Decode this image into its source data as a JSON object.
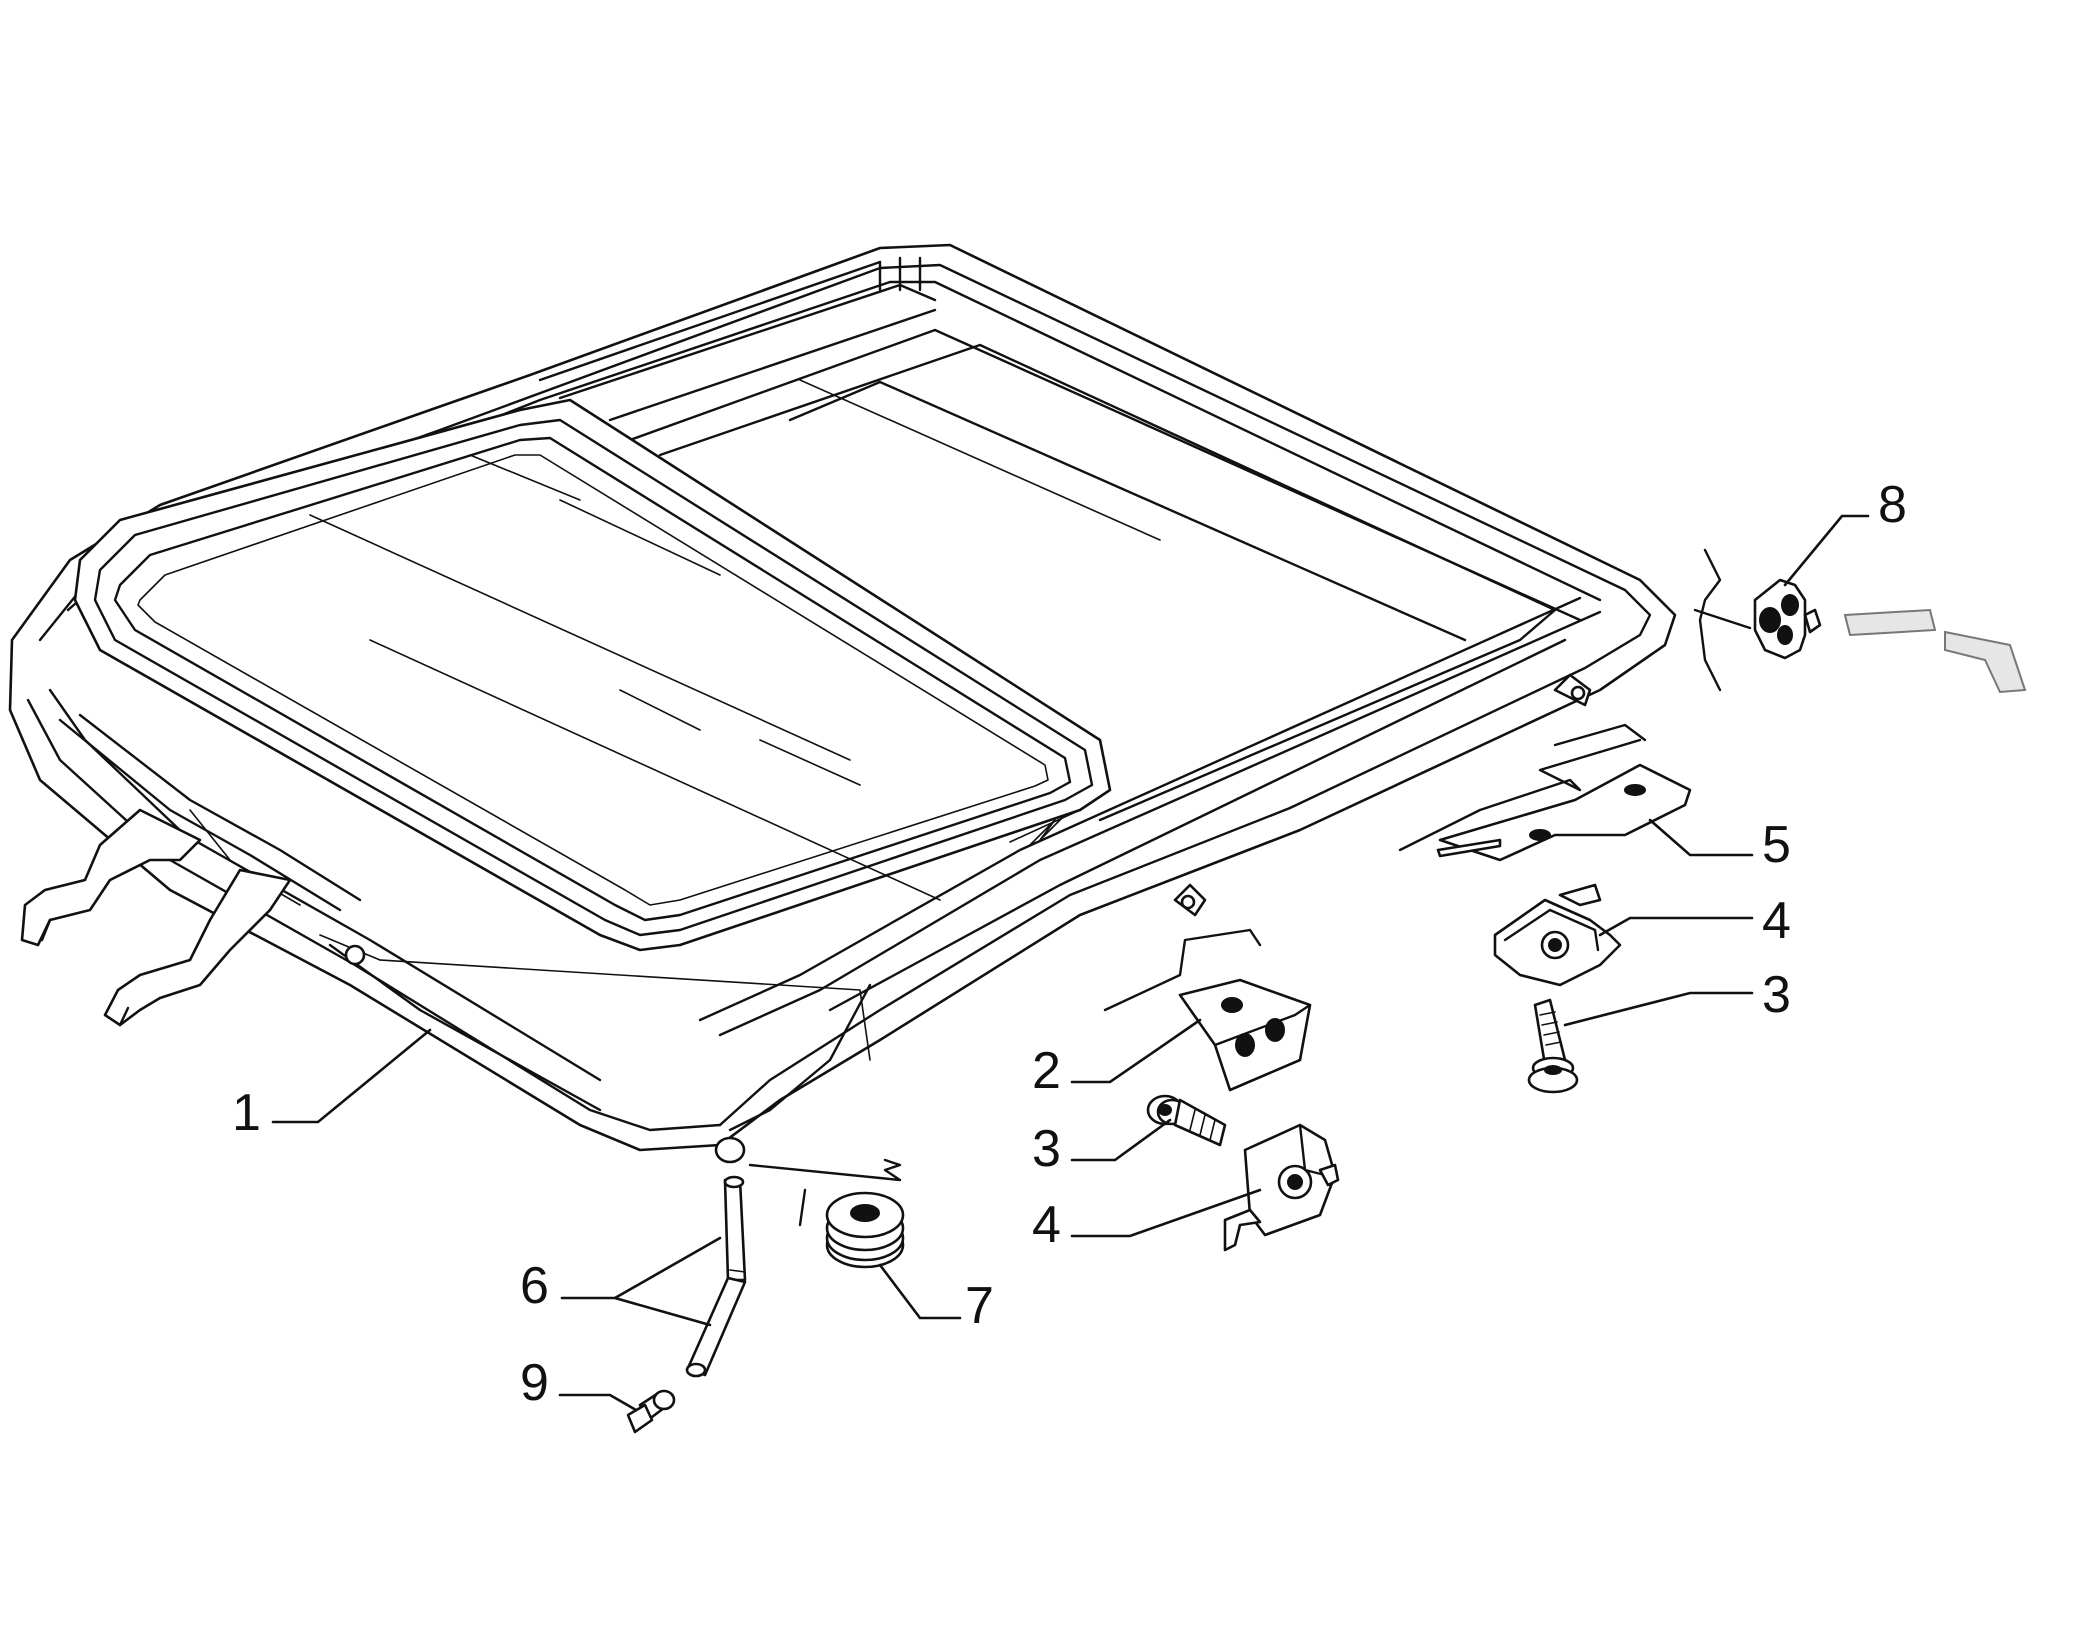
{
  "callouts": [
    {
      "id": "c1",
      "text": "1"
    },
    {
      "id": "c2",
      "text": "2"
    },
    {
      "id": "c3a",
      "text": "3"
    },
    {
      "id": "c3b",
      "text": "3"
    },
    {
      "id": "c4a",
      "text": "4"
    },
    {
      "id": "c4b",
      "text": "4"
    },
    {
      "id": "c5",
      "text": "5"
    },
    {
      "id": "c6",
      "text": "6"
    },
    {
      "id": "c7",
      "text": "7"
    },
    {
      "id": "c8",
      "text": "8"
    },
    {
      "id": "c9",
      "text": "9"
    }
  ],
  "colors": {
    "line": "#111111",
    "background": "#ffffff"
  }
}
